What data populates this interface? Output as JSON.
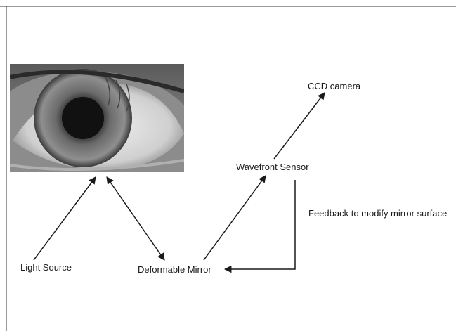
{
  "diagram": {
    "nodes": {
      "ccd_camera": "CCD camera",
      "wavefront_sensor": "Wavefront Sensor",
      "feedback": "Feedback to modify mirror surface",
      "light_source": "Light Source",
      "deformable_mirror": "Deformable Mirror"
    },
    "image": {
      "name": "eye-photo",
      "description_icon": "eye-icon"
    },
    "edges": [
      {
        "from": "light_source",
        "to": "eye",
        "style": "single-arrow"
      },
      {
        "from": "eye",
        "to": "deformable_mirror",
        "style": "double-arrow"
      },
      {
        "from": "deformable_mirror",
        "to": "wavefront_sensor",
        "style": "single-arrow"
      },
      {
        "from": "wavefront_sensor",
        "to": "ccd_camera",
        "style": "single-arrow"
      },
      {
        "from": "wavefront_sensor",
        "to": "deformable_mirror",
        "style": "elbow-arrow"
      }
    ],
    "colors": {
      "line": "#1a1a1a",
      "frame": "#333333"
    }
  }
}
